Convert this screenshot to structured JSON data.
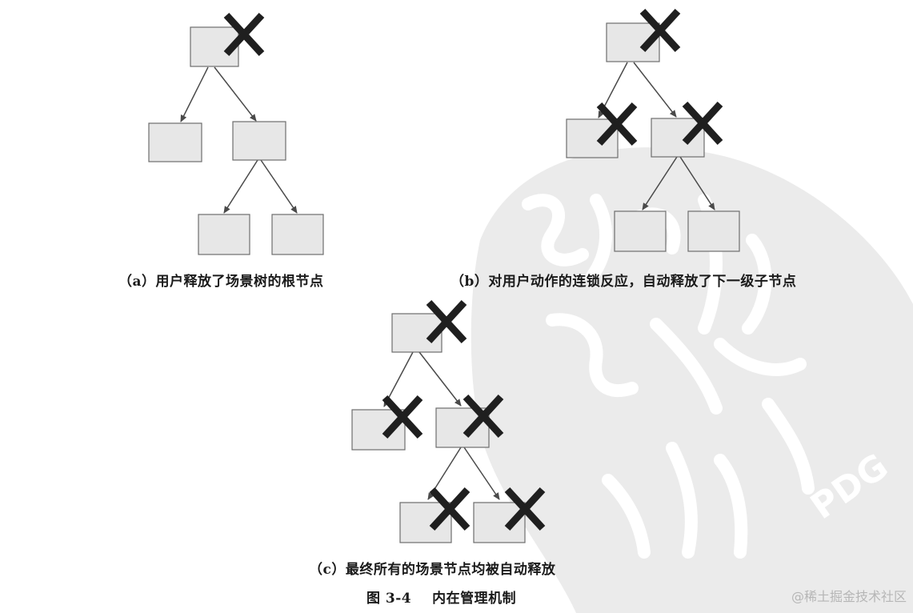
{
  "captions": {
    "a": "（a）用户释放了场景树的根节点",
    "b": "（b）对用户动作的连锁反应，自动释放了下一级子节点",
    "c": "（c）最终所有的场景节点均被自动释放",
    "figure_number": "图 3-4",
    "figure_title": "内在管理机制"
  },
  "watermarks": {
    "stamp_text": "PDG",
    "site_text": "@稀土掘金技术社区"
  },
  "colors": {
    "node_fill": "#e7e7e7",
    "node_stroke": "#6d6d6d",
    "edge": "#4a4a4a",
    "cross": "#1f1f1f",
    "stamp": "#ebebeb"
  },
  "diagrams": [
    {
      "id": "a",
      "nodes": [
        {
          "id": "root",
          "crossed": true
        },
        {
          "id": "left",
          "crossed": false
        },
        {
          "id": "right",
          "crossed": false
        },
        {
          "id": "right-left",
          "crossed": false
        },
        {
          "id": "right-right",
          "crossed": false
        }
      ],
      "edges": [
        [
          "root",
          "left"
        ],
        [
          "root",
          "right"
        ],
        [
          "right",
          "right-left"
        ],
        [
          "right",
          "right-right"
        ]
      ]
    },
    {
      "id": "b",
      "nodes": [
        {
          "id": "root",
          "crossed": true
        },
        {
          "id": "left",
          "crossed": true
        },
        {
          "id": "right",
          "crossed": true
        },
        {
          "id": "right-left",
          "crossed": false
        },
        {
          "id": "right-right",
          "crossed": false
        }
      ],
      "edges": [
        [
          "root",
          "left"
        ],
        [
          "root",
          "right"
        ],
        [
          "right",
          "right-left"
        ],
        [
          "right",
          "right-right"
        ]
      ]
    },
    {
      "id": "c",
      "nodes": [
        {
          "id": "root",
          "crossed": true
        },
        {
          "id": "left",
          "crossed": true
        },
        {
          "id": "right",
          "crossed": true
        },
        {
          "id": "right-left",
          "crossed": true
        },
        {
          "id": "right-right",
          "crossed": true
        }
      ],
      "edges": [
        [
          "root",
          "left"
        ],
        [
          "root",
          "right"
        ],
        [
          "right",
          "right-left"
        ],
        [
          "right",
          "right-right"
        ]
      ]
    }
  ]
}
